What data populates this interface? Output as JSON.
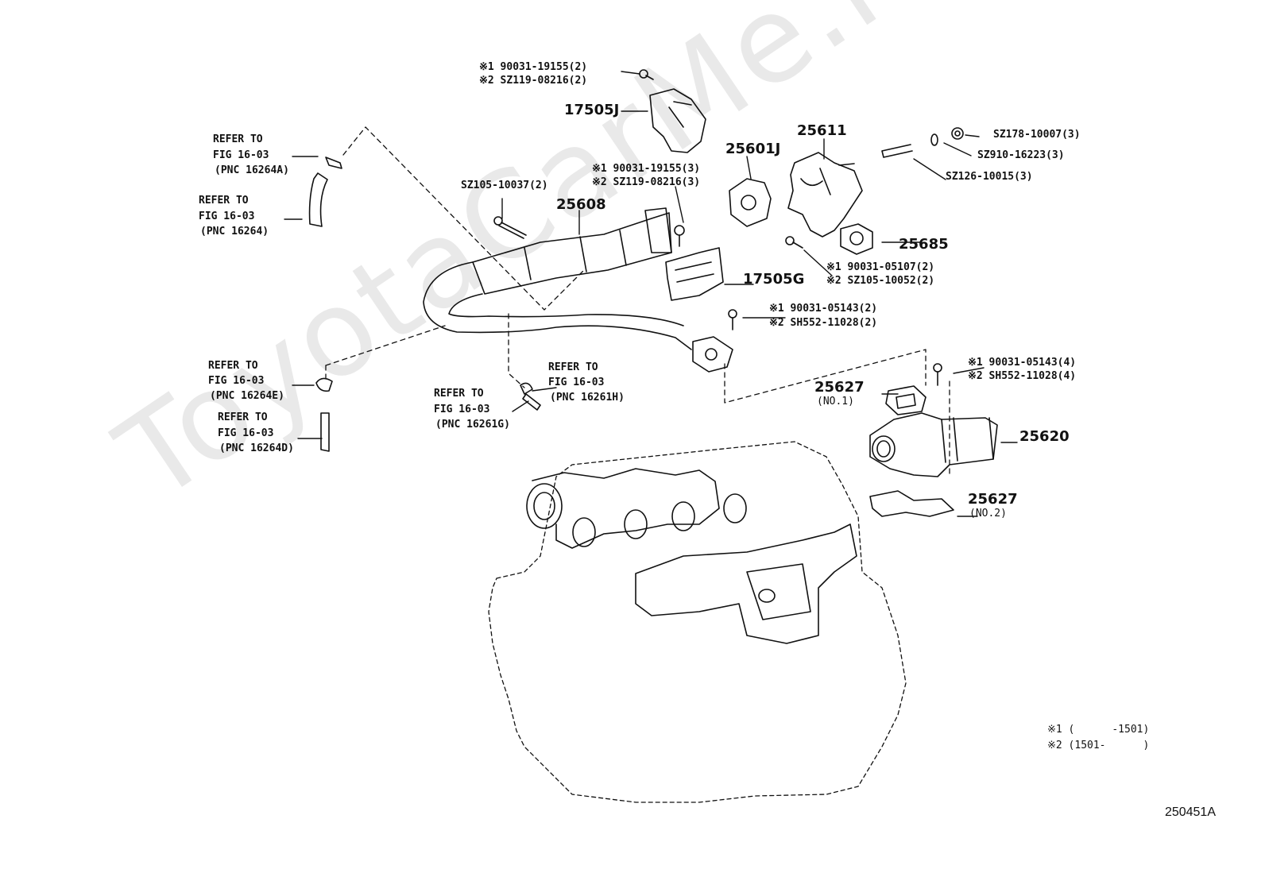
{
  "watermark": "ToyotaCarMe.ru",
  "diagram_code": "250451A",
  "legend": {
    "n1": "※1 (      -1501)",
    "n2": "※2 (1501-      )"
  },
  "labels": {
    "bolt_top_1": "※1 90031-19155(2)",
    "bolt_top_2": "※2 SZ119-08216(2)",
    "p17505J": "17505J",
    "sz178": "SZ178-10007(3)",
    "sz910": "SZ910-16223(3)",
    "sz126": "SZ126-10015(3)",
    "p25611": "25611",
    "p25601J": "25601J",
    "p25608": "25608",
    "sz105_37": "SZ105-10037(2)",
    "bolt_mid_1": "※1 90031-19155(3)",
    "bolt_mid_2": "※2 SZ119-08216(3)",
    "p25685": "25685",
    "bolt_r_1": "※1 90031-05107(2)",
    "bolt_r_2": "※2 SZ105-10052(2)",
    "p17505G": "17505G",
    "bolt_c_1": "※1 90031-05143(2)",
    "bolt_c_2": "※2 SH552-11028(2)",
    "bolt_egr_1": "※1 90031-05143(4)",
    "bolt_egr_2": "※2 SH552-11028(4)",
    "p25627a": "25627",
    "p25627a_sub": "(NO.1)",
    "p25620": "25620",
    "p25627b": "25627",
    "p25627b_sub": "(NO.2)",
    "ref_a_1": "REFER TO",
    "ref_a_2": "FIG 16-03",
    "ref_a_3": "(PNC 16264A)",
    "ref_b_1": "REFER TO",
    "ref_b_2": "FIG 16-03",
    "ref_b_3": "(PNC 16264)",
    "ref_e_1": "REFER TO",
    "ref_e_2": "FIG 16-03",
    "ref_e_3": "(PNC 16264E)",
    "ref_d_1": "REFER TO",
    "ref_d_2": "FIG 16-03",
    "ref_d_3": "(PNC 16264D)",
    "ref_h_1": "REFER TO",
    "ref_h_2": "FIG 16-03",
    "ref_h_3": "(PNC 16261H)",
    "ref_g_1": "REFER TO",
    "ref_g_2": "FIG 16-03",
    "ref_g_3": "(PNC 16261G)"
  }
}
